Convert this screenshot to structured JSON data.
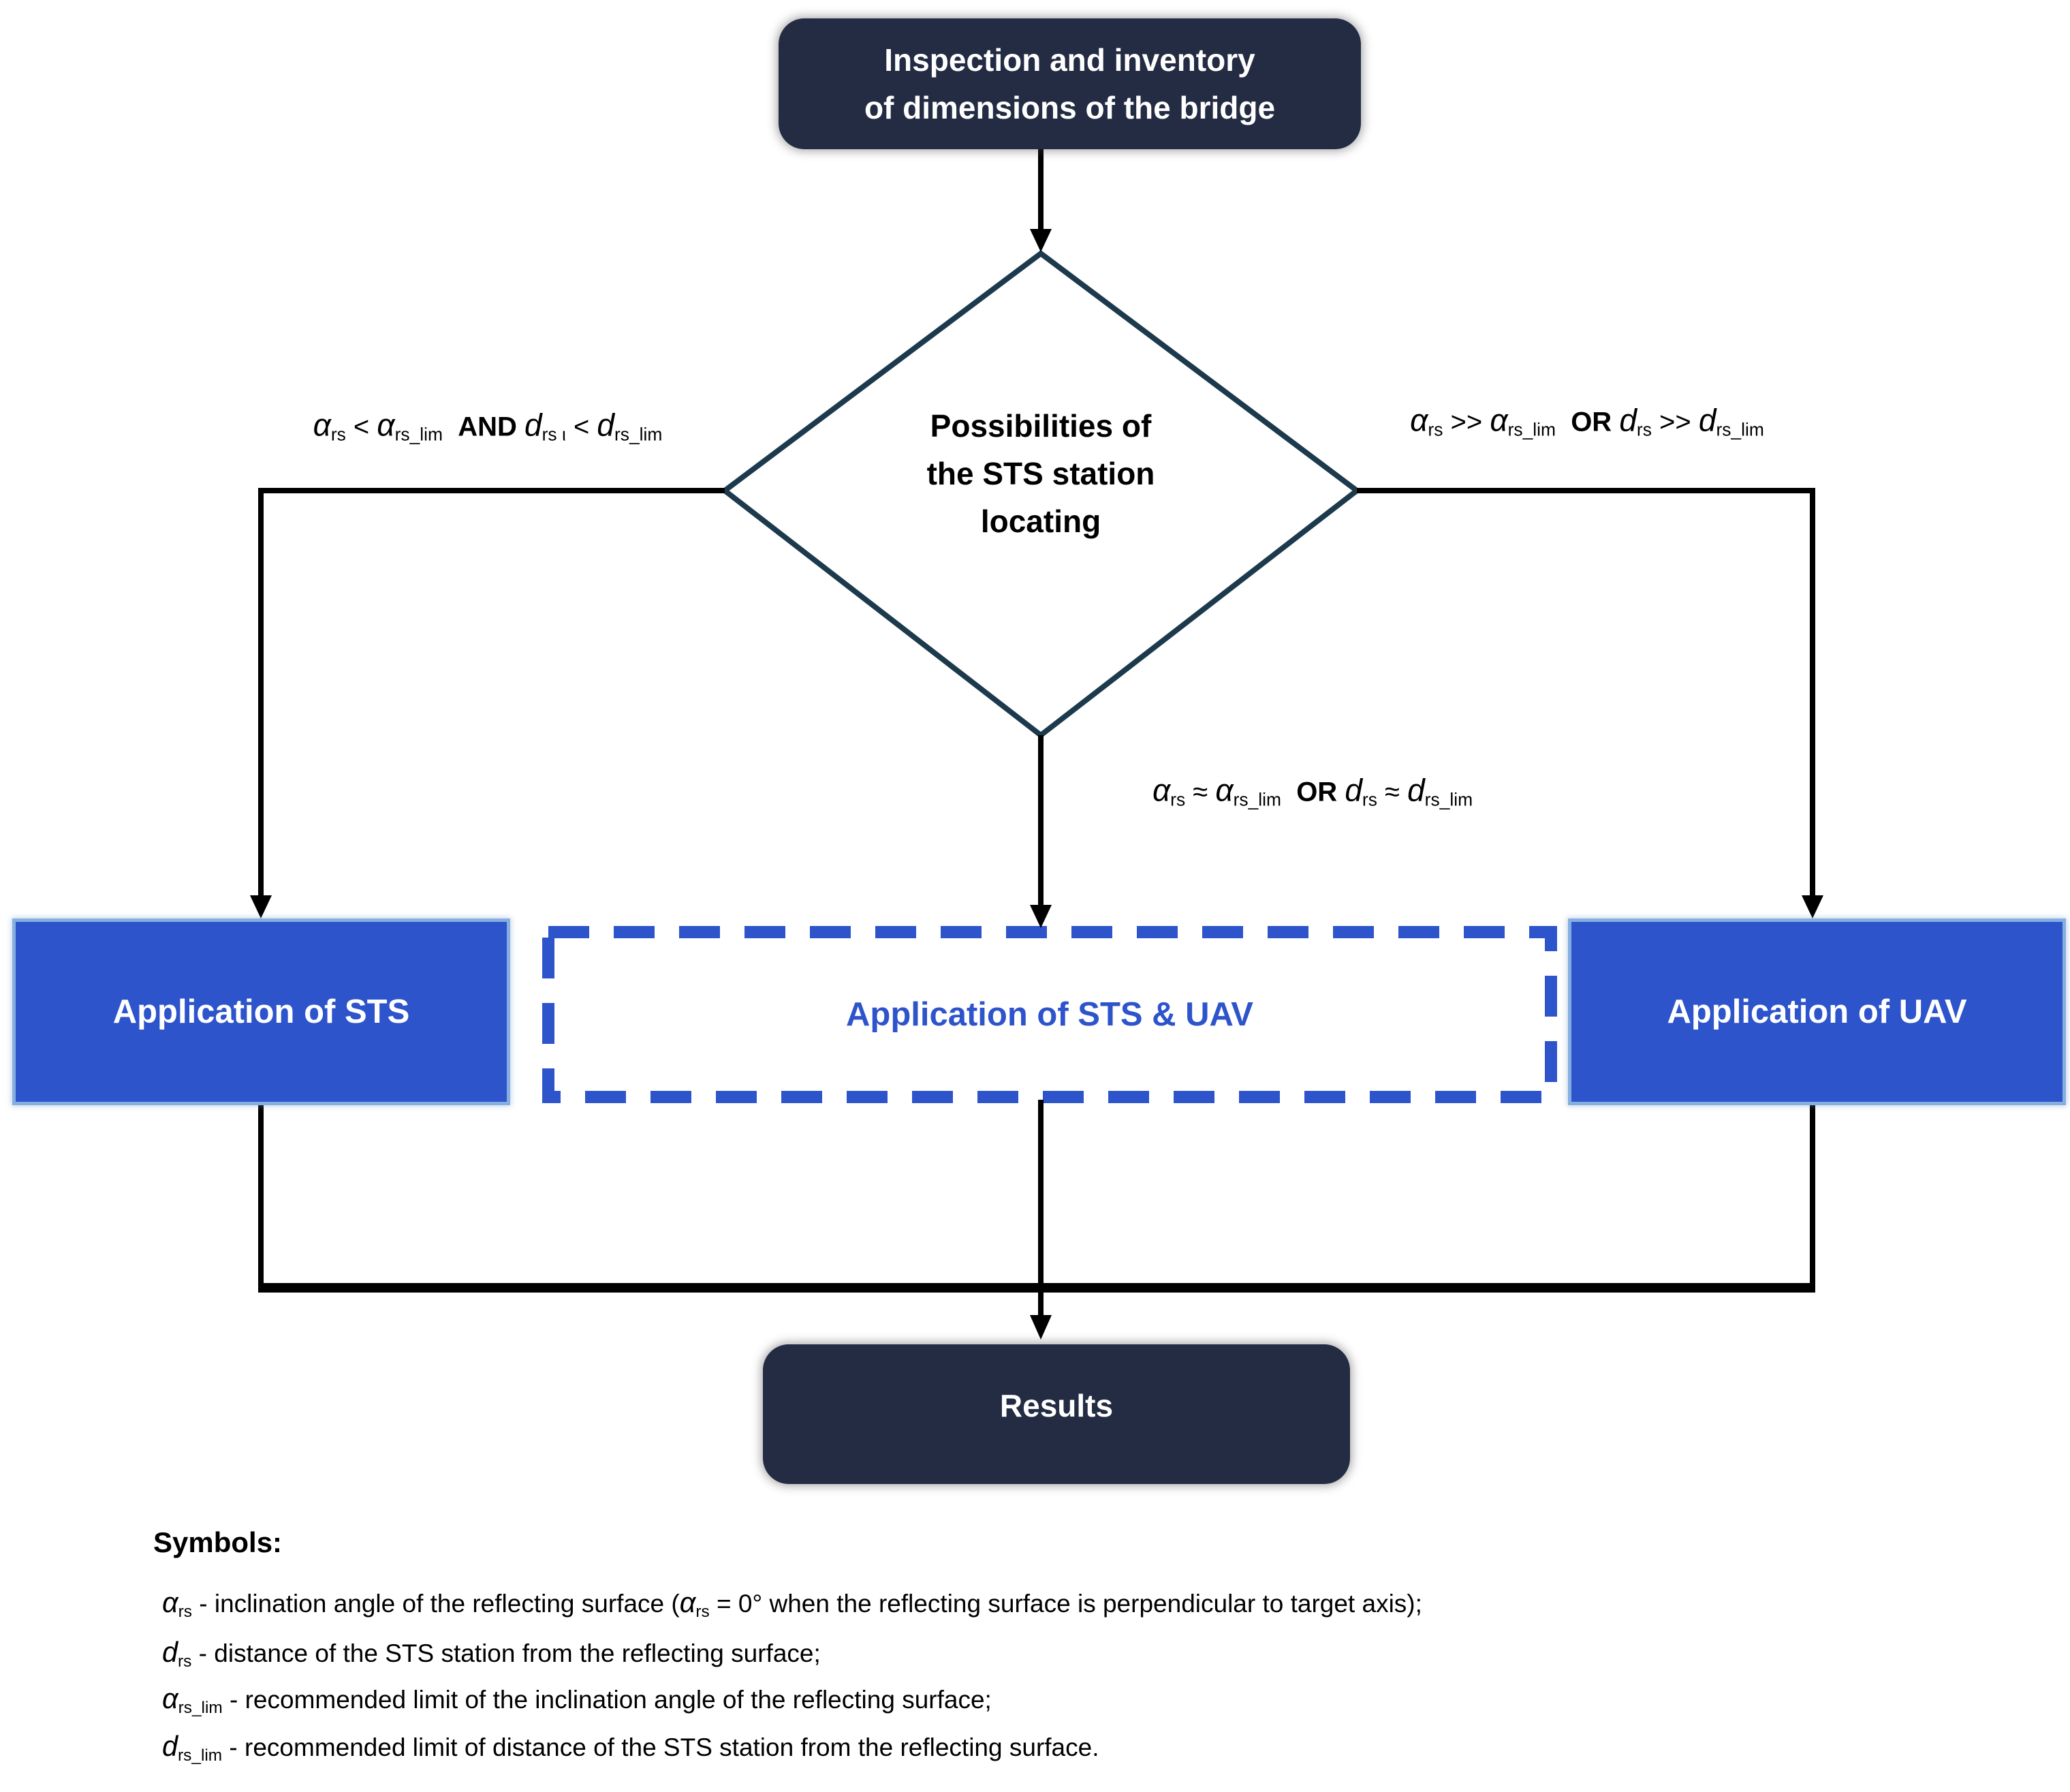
{
  "colors": {
    "node_dark": "#232c43",
    "accent_blue": "#2d54cb",
    "solid_box_border": "#84afe0",
    "diamond_border": "#1d3a4d",
    "connector_black": "#000000",
    "text_white": "#ffffff"
  },
  "nodes": {
    "start": {
      "lines": [
        "Inspection and inventory",
        "of dimensions of the bridge"
      ]
    },
    "decision": {
      "lines": [
        "Possibilities of",
        "the STS station",
        "locating"
      ]
    },
    "sts": {
      "label": "Application of STS"
    },
    "sts_uav": {
      "label": "Application of STS & UAV"
    },
    "uav": {
      "label": "Application of UAV"
    },
    "results": {
      "label": "Results"
    }
  },
  "conditions": {
    "left": {
      "segments": [
        {
          "t": "α",
          "i": true
        },
        {
          "t": "rs",
          "sub": true
        },
        {
          "t": " < "
        },
        {
          "t": "α",
          "i": true
        },
        {
          "t": "rs_lim",
          "sub": true
        },
        {
          "t": "  "
        },
        {
          "t": "AND",
          "b": true
        },
        {
          "t": " "
        },
        {
          "t": "d",
          "i": true
        },
        {
          "t": "rs ι",
          "sub": true
        },
        {
          "t": " < "
        },
        {
          "t": "d",
          "i": true
        },
        {
          "t": "rs_lim",
          "sub": true
        }
      ]
    },
    "right": {
      "segments": [
        {
          "t": "α",
          "i": true
        },
        {
          "t": "rs",
          "sub": true
        },
        {
          "t": " >> "
        },
        {
          "t": "α",
          "i": true
        },
        {
          "t": "rs_lim",
          "sub": true
        },
        {
          "t": "  "
        },
        {
          "t": "OR",
          "b": true
        },
        {
          "t": " "
        },
        {
          "t": "d",
          "i": true
        },
        {
          "t": "rs",
          "sub": true
        },
        {
          "t": " >> "
        },
        {
          "t": "d",
          "i": true
        },
        {
          "t": "rs_lim",
          "sub": true
        }
      ]
    },
    "middle": {
      "segments": [
        {
          "t": "α",
          "i": true
        },
        {
          "t": "rs",
          "sub": true
        },
        {
          "t": " ≈ "
        },
        {
          "t": "α",
          "i": true
        },
        {
          "t": "rs_lim",
          "sub": true
        },
        {
          "t": "  "
        },
        {
          "t": "OR",
          "b": true
        },
        {
          "t": " "
        },
        {
          "t": "d",
          "i": true
        },
        {
          "t": "rs",
          "sub": true
        },
        {
          "t": " ≈ "
        },
        {
          "t": "d",
          "i": true
        },
        {
          "t": "rs_lim",
          "sub": true
        }
      ]
    }
  },
  "legend": {
    "heading": "Symbols:",
    "items": [
      {
        "segments": [
          {
            "t": "α",
            "i": true
          },
          {
            "t": "rs",
            "sub": true
          },
          {
            "t": " - inclination angle of the reflecting surface ("
          },
          {
            "t": "α",
            "i": true
          },
          {
            "t": "rs",
            "sub": true
          },
          {
            "t": " = 0° when the reflecting surface is perpendicular to target axis);"
          }
        ]
      },
      {
        "segments": [
          {
            "t": "d",
            "i": true
          },
          {
            "t": "rs",
            "sub": true
          },
          {
            "t": " - distance of the STS station from the reflecting surface;"
          }
        ]
      },
      {
        "segments": [
          {
            "t": "α",
            "i": true
          },
          {
            "t": "rs_lim",
            "sub": true
          },
          {
            "t": " - recommended limit of the inclination angle of the reflecting surface;"
          }
        ]
      },
      {
        "segments": [
          {
            "t": "d",
            "i": true
          },
          {
            "t": "rs_lim",
            "sub": true
          },
          {
            "t": " - recommended limit of distance of the STS station from the reflecting surface."
          }
        ]
      }
    ]
  }
}
